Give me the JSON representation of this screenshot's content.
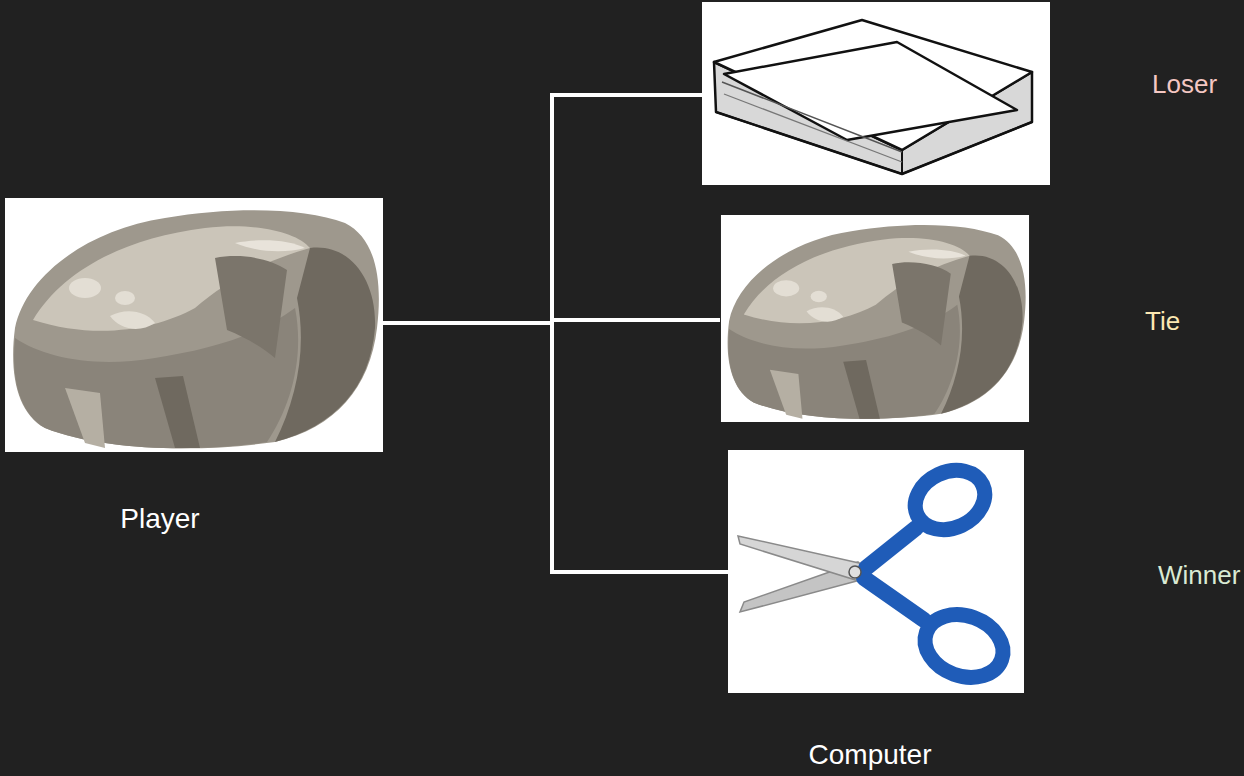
{
  "diagram": {
    "nodes": [
      {
        "text": [
          "Player"
        ]
      },
      {
        "text": [
          "Loser"
        ]
      },
      {
        "text": [
          "Tie"
        ]
      },
      {
        "text": [
          "Winner"
        ]
      }
    ],
    "edges": [
      {
        "from": 0,
        "to": 1,
        "arrow": "none"
      },
      {
        "from": 0,
        "to": 2,
        "arrow": "none"
      },
      {
        "from": 0,
        "to": 3,
        "arrow": "none"
      }
    ],
    "labels": [
      "Computer"
    ]
  }
}
